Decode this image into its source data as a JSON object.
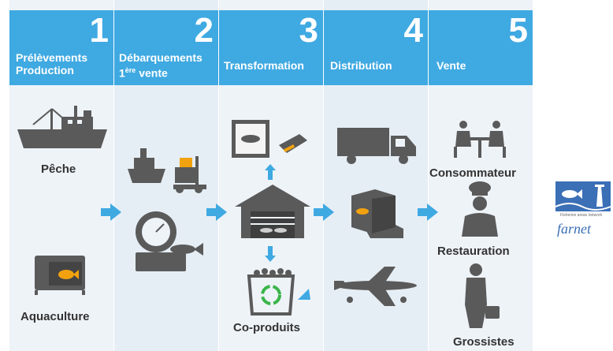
{
  "stages": [
    {
      "number": "1",
      "title_line1": "Prélèvements",
      "title_line2": "Production"
    },
    {
      "number": "2",
      "title_line1": "Débarquements",
      "title_line2_main": "1",
      "title_line2_sup": "ère",
      "title_line2_end": " vente"
    },
    {
      "number": "3",
      "title_line1": "Transformation"
    },
    {
      "number": "4",
      "title_line1": "Distribution"
    },
    {
      "number": "5",
      "title_line1": "Vente"
    }
  ],
  "labels": {
    "peche": "Pêche",
    "aquaculture": "Aquaculture",
    "coproduits": "Co-produits",
    "consommateur": "Consommateur",
    "restauration": "Restauration",
    "grossistes": "Grossistes"
  },
  "logo": {
    "text": "farnet",
    "tagline": "Fisheries areas network"
  },
  "colors": {
    "header": "#3fa9e2",
    "arrow": "#3fa9e2",
    "icon": "#5a5a5a",
    "panel": "#eef3f8"
  }
}
